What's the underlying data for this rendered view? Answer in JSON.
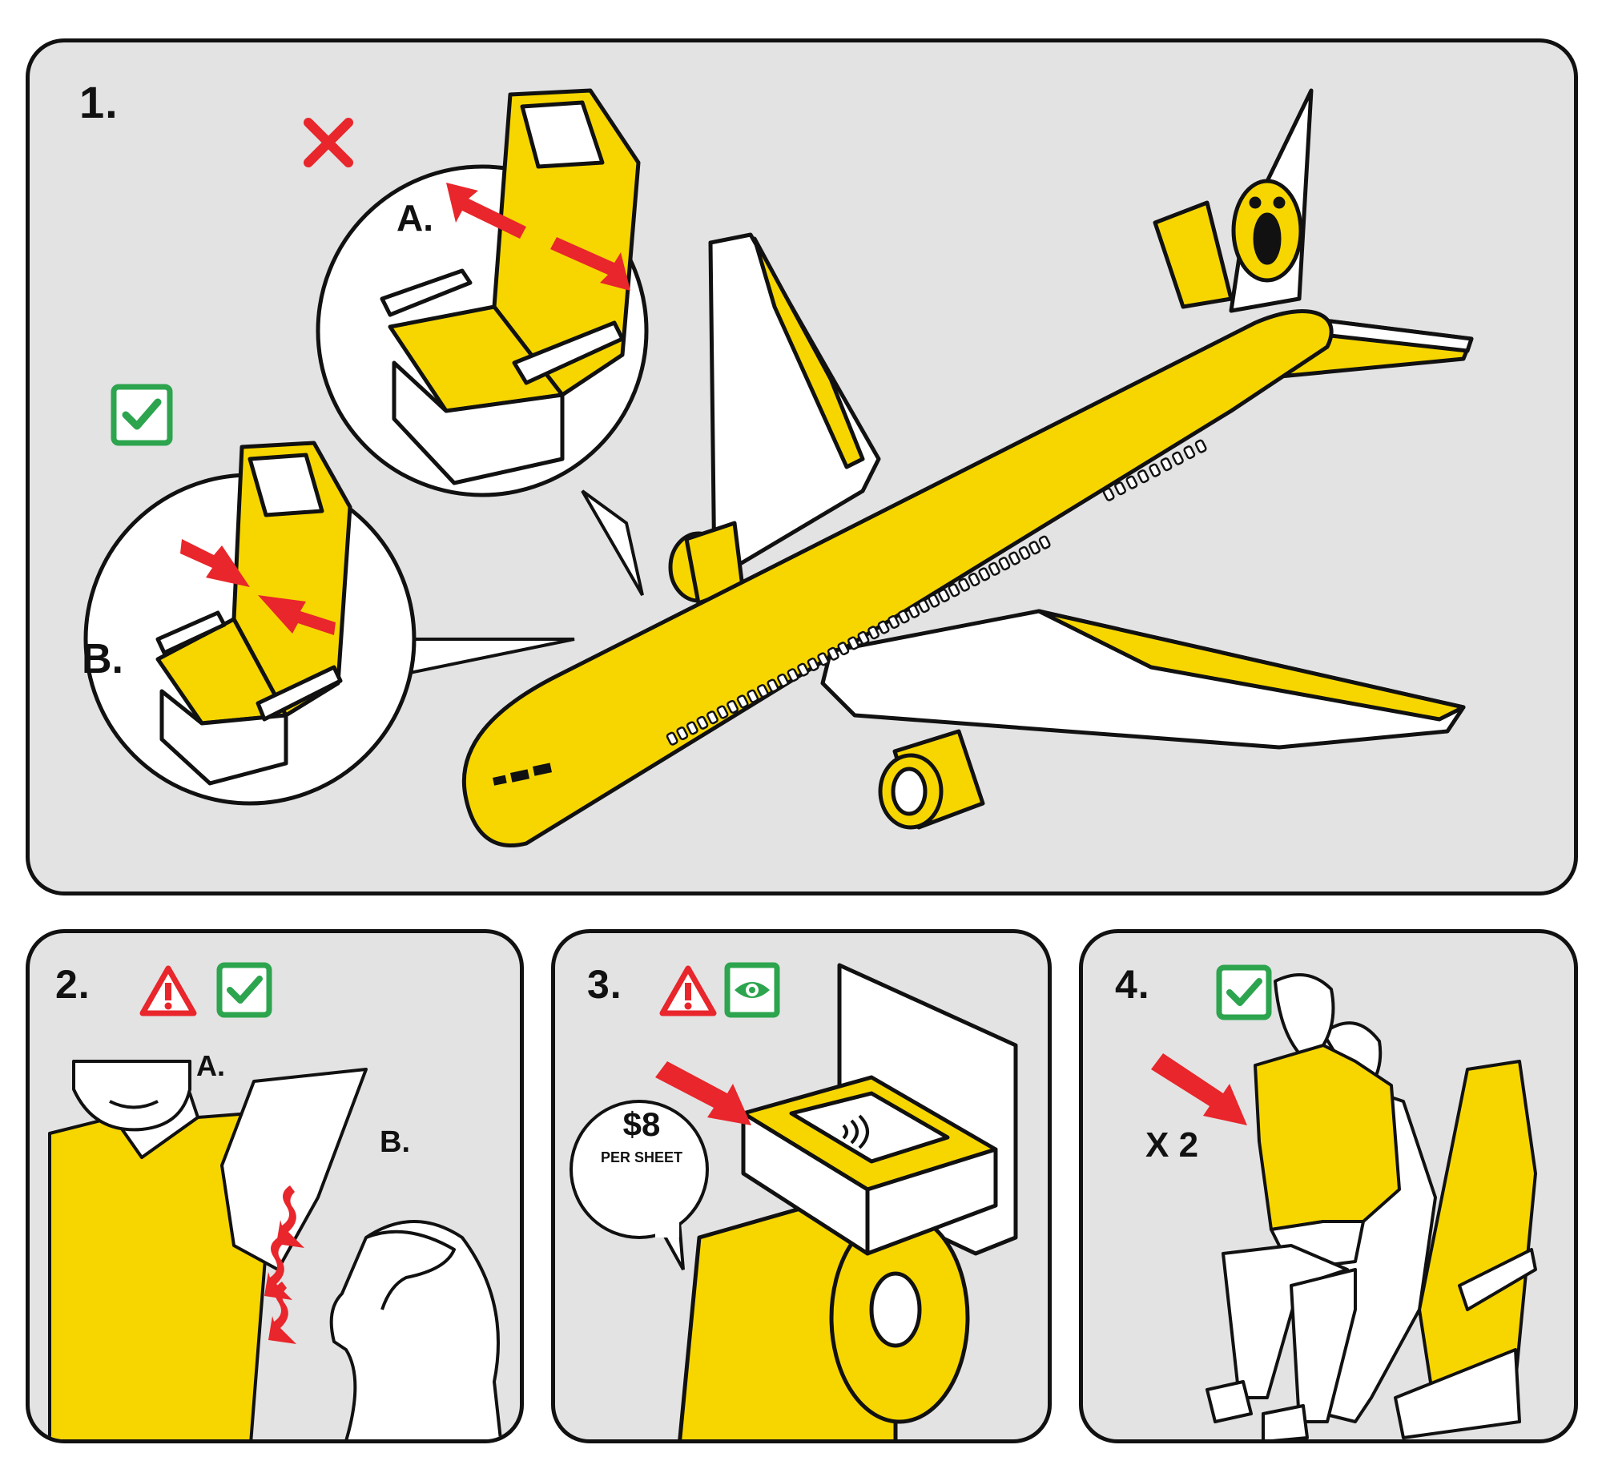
{
  "colors": {
    "yellow": "#f7d600",
    "red": "#e8262b",
    "green": "#2da44e",
    "panel": "#e3e3e3",
    "ink": "#111111"
  },
  "panel1": {
    "number": "1.",
    "callout_a": {
      "label": "A.",
      "status_icon": "red-x-icon"
    },
    "callout_b": {
      "label": "B.",
      "status_icon": "green-check-icon"
    }
  },
  "panel2": {
    "number": "2.",
    "icons": [
      "warning-icon",
      "green-check-icon"
    ],
    "label_a": "A.",
    "label_b": "B."
  },
  "panel3": {
    "number": "3.",
    "icons": [
      "warning-icon",
      "green-eye-icon"
    ],
    "price": "$8",
    "price_unit": "PER SHEET"
  },
  "panel4": {
    "number": "4.",
    "icons": [
      "green-check-icon"
    ],
    "multiplier": "X 2"
  }
}
